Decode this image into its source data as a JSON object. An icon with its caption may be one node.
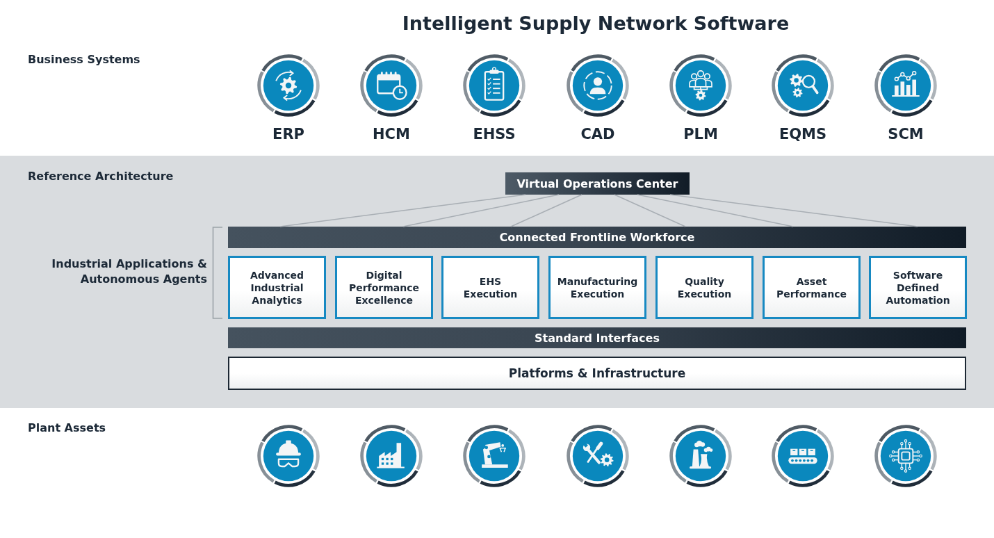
{
  "diagram": {
    "title": "Intelligent Supply Network Software",
    "nodes": [
      {
        "text": [
          "ERP"
        ]
      },
      {
        "text": [
          "HCM"
        ]
      },
      {
        "text": [
          "EHSS"
        ]
      },
      {
        "text": [
          "CAD"
        ]
      },
      {
        "text": [
          "PLM"
        ]
      },
      {
        "text": [
          "EQMS"
        ]
      },
      {
        "text": [
          "SCM"
        ]
      },
      {
        "text": [
          "Reference Architecture"
        ]
      },
      {
        "text": [
          "Virtual Operations Center"
        ],
        "in": 7
      },
      {
        "text": [
          "Connected Frontline Workforce"
        ],
        "in": 7
      },
      {
        "text": [
          "Advanced Industrial Analytics"
        ],
        "in": 7
      },
      {
        "text": [
          "Digital Performance Excellence"
        ],
        "in": 7
      },
      {
        "text": [
          "EHS Execution"
        ],
        "in": 7
      },
      {
        "text": [
          "Manufacturing Execution"
        ],
        "in": 7
      },
      {
        "text": [
          "Quality Execution"
        ],
        "in": 7
      },
      {
        "text": [
          "Asset Performance"
        ],
        "in": 7
      },
      {
        "text": [
          "Software Defined Automation"
        ],
        "in": 7
      },
      {
        "text": [
          "Standard Interfaces"
        ],
        "in": 7
      },
      {
        "text": [
          "Platforms & Infrastructure"
        ],
        "in": 7
      },
      {
        "text": [],
        "shape": "circle"
      },
      {
        "text": [],
        "shape": "circle"
      },
      {
        "text": [],
        "shape": "circle"
      },
      {
        "text": [],
        "shape": "circle"
      },
      {
        "text": [],
        "shape": "circle"
      },
      {
        "text": [],
        "shape": "circle"
      },
      {
        "text": [],
        "shape": "circle"
      }
    ],
    "edges": [
      {
        "from": 8,
        "to": 9,
        "arrow": "none"
      },
      {
        "from": 8,
        "to": 9,
        "arrow": "none"
      },
      {
        "from": 8,
        "to": 9,
        "arrow": "none"
      },
      {
        "from": 8,
        "to": 9,
        "arrow": "none"
      },
      {
        "from": 8,
        "to": 9,
        "arrow": "none"
      },
      {
        "from": 8,
        "to": 9,
        "arrow": "none"
      }
    ],
    "labels": [
      "Business Systems",
      "Industrial Applications & Autonomous Agents",
      "Plant Assets"
    ]
  }
}
